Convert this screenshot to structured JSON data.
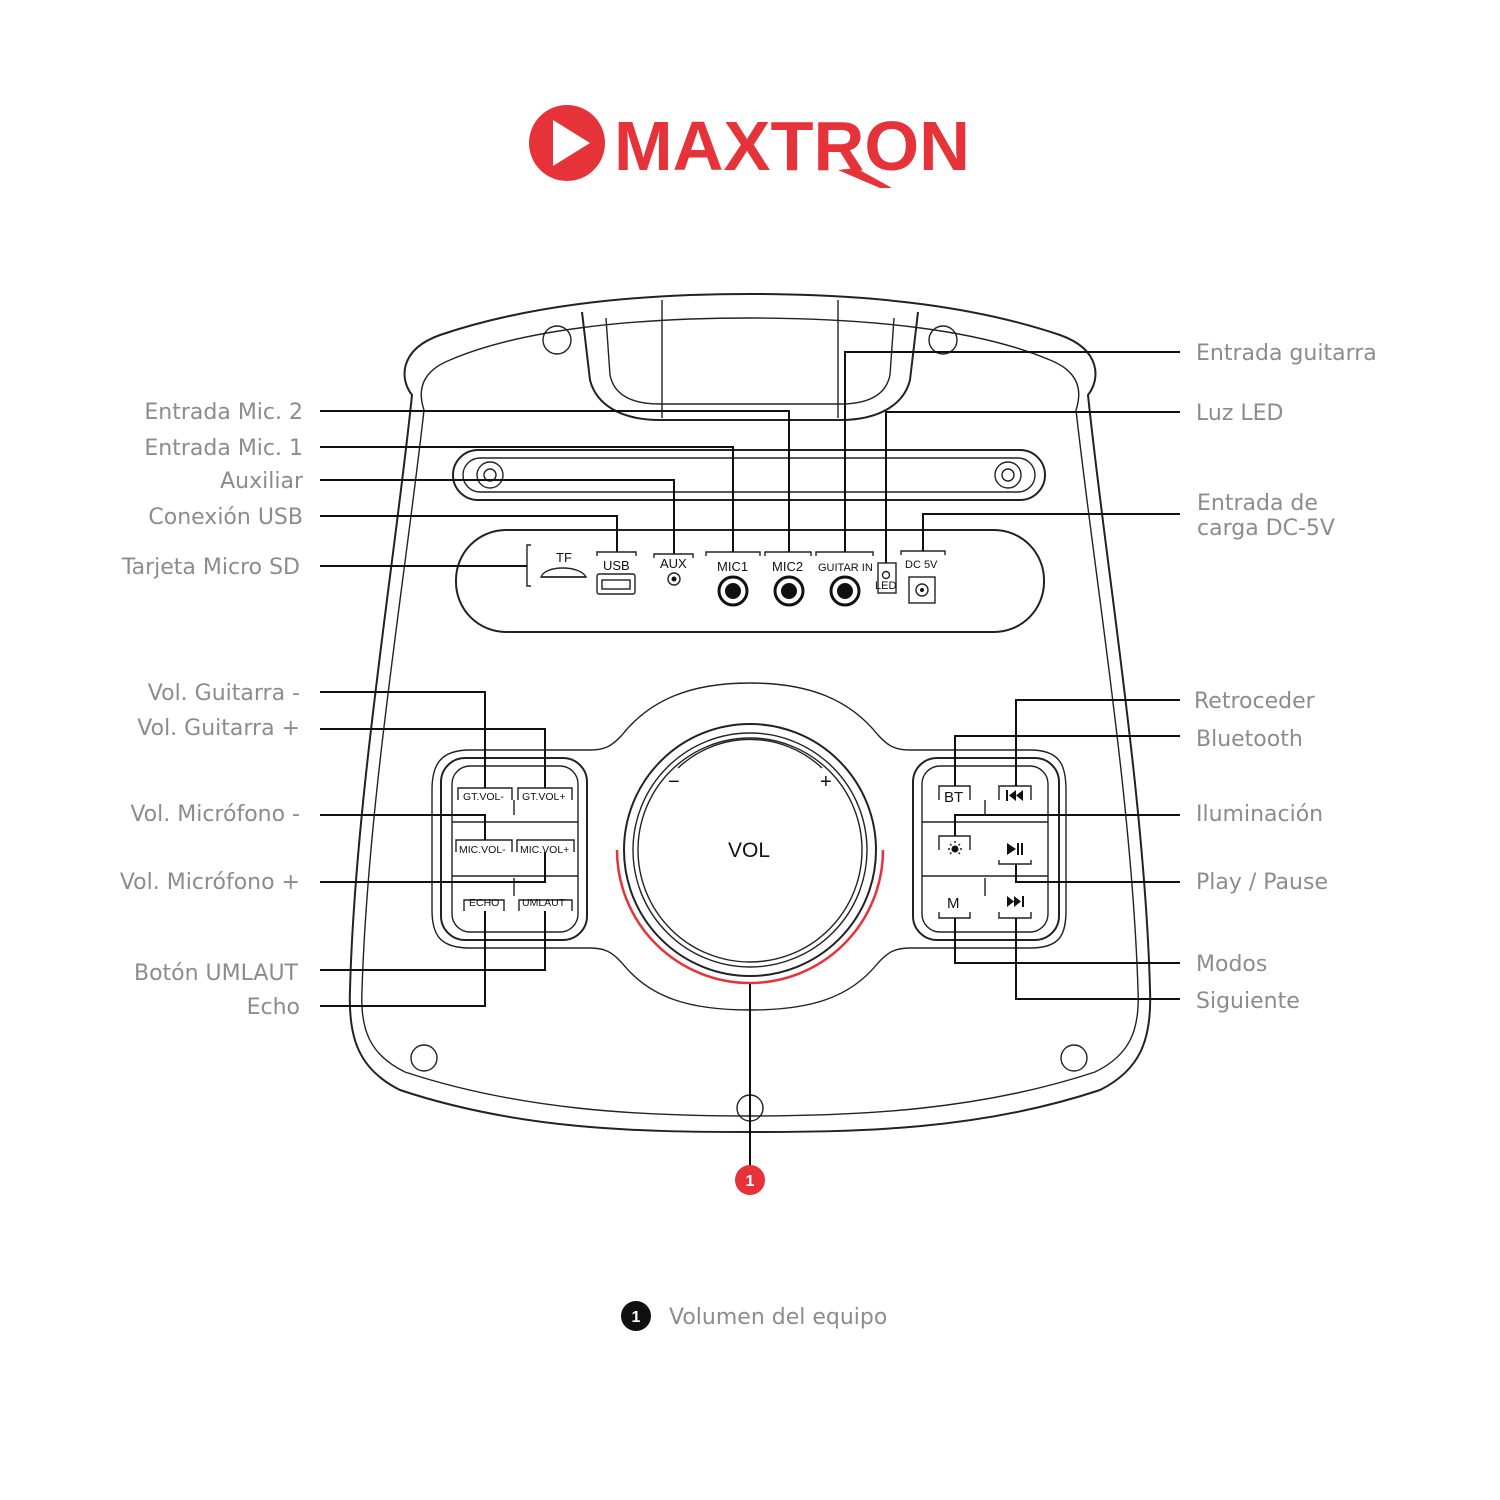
{
  "brand": {
    "name": "MAXTRON",
    "color": "#e63239"
  },
  "panel": {
    "ports": {
      "tf": "TF",
      "usb": "USB",
      "aux": "AUX",
      "mic1": "MIC1",
      "mic2": "MIC2",
      "guitar_in": "GUITAR IN",
      "led": "LED",
      "dc5v": "DC 5V"
    },
    "left_buttons": {
      "gt_vol_minus": "GT.VOL-",
      "gt_vol_plus": "GT.VOL+",
      "mic_vol_minus": "MIC.VOL-",
      "mic_vol_plus": "MIC.VOL+",
      "echo": "ECHO",
      "umlaut": "UMLAUT"
    },
    "knob": {
      "label": "VOL",
      "minus": "−",
      "plus": "+"
    },
    "right_buttons": {
      "bt": "BT",
      "prev": "⏮",
      "light": "☀",
      "play_pause": "⏯",
      "mode": "M",
      "next": "⏭"
    }
  },
  "labels_left": {
    "mic2": "Entrada Mic. 2",
    "mic1": "Entrada Mic. 1",
    "aux": "Auxiliar",
    "usb": "Conexión USB",
    "sd": "Tarjeta Micro SD",
    "gt_minus": "Vol. Guitarra -",
    "gt_plus": "Vol. Guitarra +",
    "mic_minus": "Vol. Micrófono -",
    "mic_plus": "Vol. Micrófono +",
    "umlaut": "Botón UMLAUT",
    "echo": "Echo"
  },
  "labels_right": {
    "guitar": "Entrada guitarra",
    "led": "Luz LED",
    "dc_line1": "Entrada  de",
    "dc_line2": "carga DC-5V",
    "prev": "Retroceder",
    "bt": "Bluetooth",
    "light": "Iluminación",
    "play": "Play / Pause",
    "mode": "Modos",
    "next": "Siguiente"
  },
  "marker": {
    "number": "1",
    "color": "#e63239"
  },
  "legend": {
    "number": "1",
    "text": "Volumen del equipo"
  }
}
